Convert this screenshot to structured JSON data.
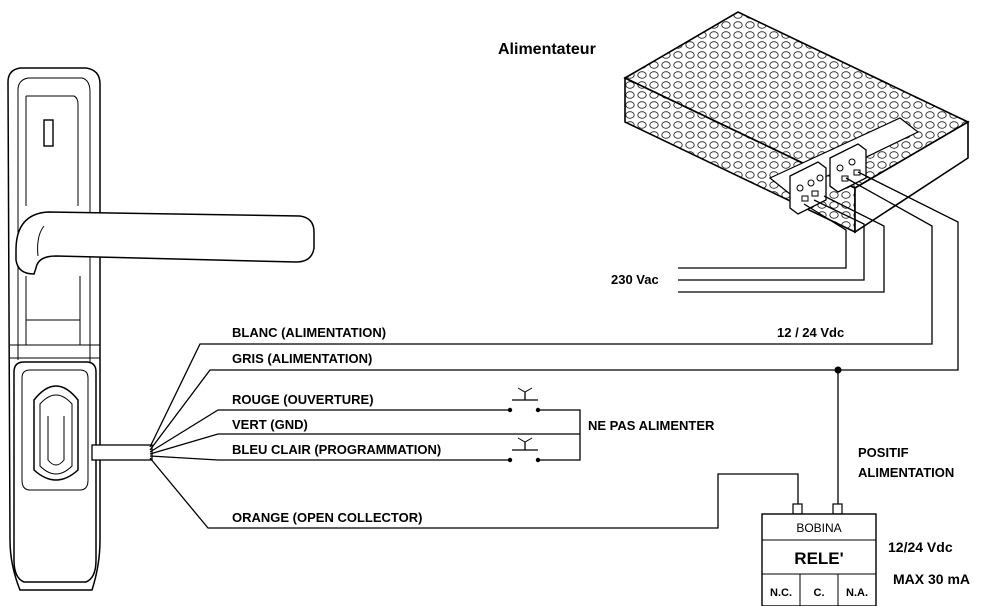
{
  "title": "Alimentateur",
  "mains_label": "230 Vac",
  "dc_label": "12 / 24 Vdc",
  "wires": {
    "blanc": "BLANC (ALIMENTATION)",
    "gris": "GRIS (ALIMENTATION)",
    "rouge": "ROUGE (OUVERTURE)",
    "vert": "VERT (GND)",
    "bleu": "BLEU CLAIR (PROGRAMMATION)",
    "orange": "ORANGE (OPEN COLLECTOR)"
  },
  "no_power_note": "NE PAS ALIMENTER",
  "positive_label": [
    "POSITIF",
    "ALIMENTATION"
  ],
  "relay": {
    "coil": "BOBINA",
    "name": "RELE'",
    "pins": [
      "N.C.",
      "C.",
      "N.A."
    ],
    "rating": [
      "12/24 Vdc",
      "MAX 30 mA"
    ]
  },
  "icons": [
    "door-handle-lock-icon",
    "power-supply-icon",
    "push-button-icon",
    "relay-icon"
  ]
}
